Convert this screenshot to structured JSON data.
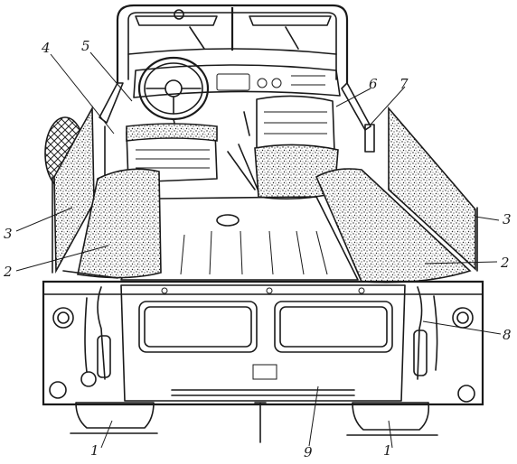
{
  "figure": {
    "callouts": [
      {
        "id": "1a",
        "label": "1"
      },
      {
        "id": "1b",
        "label": "1"
      },
      {
        "id": "2a",
        "label": "2"
      },
      {
        "id": "2b",
        "label": "2"
      },
      {
        "id": "3a",
        "label": "3"
      },
      {
        "id": "3b",
        "label": "3"
      },
      {
        "id": "4",
        "label": "4"
      },
      {
        "id": "5",
        "label": "5"
      },
      {
        "id": "6",
        "label": "6"
      },
      {
        "id": "7",
        "label": "7"
      },
      {
        "id": "8",
        "label": "8"
      },
      {
        "id": "9",
        "label": "9"
      }
    ]
  }
}
